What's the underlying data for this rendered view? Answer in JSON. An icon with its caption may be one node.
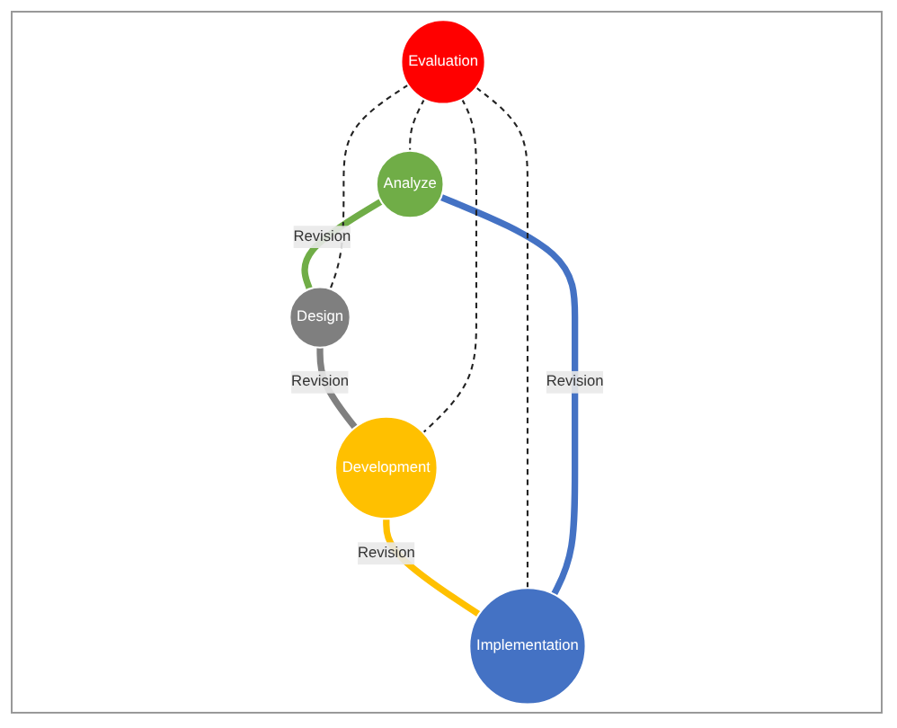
{
  "diagram": {
    "nodes": [
      {
        "text": [
          "Analyze"
        ]
      },
      {
        "text": [
          "Implementation"
        ]
      },
      {
        "text": [
          "Evaluation"
        ]
      },
      {
        "text": [
          "Design"
        ]
      },
      {
        "text": [
          "Development"
        ]
      }
    ],
    "edges": [
      {
        "from": 0,
        "to": 3,
        "arrow": "none",
        "label": "Revision",
        "style": "thick",
        "color": "#70ad47"
      },
      {
        "from": 3,
        "to": 4,
        "arrow": "none",
        "label": "Revision",
        "style": "thick",
        "color": "#808080"
      },
      {
        "from": 4,
        "to": 1,
        "arrow": "none",
        "label": "Revision",
        "style": "thick",
        "color": "#ffc000"
      },
      {
        "from": 1,
        "to": 0,
        "arrow": "none",
        "label": "Revision",
        "style": "thick",
        "color": "#4472c4"
      },
      {
        "from": 2,
        "to": 0,
        "arrow": "none",
        "style": "dashed"
      },
      {
        "from": 2,
        "to": 1,
        "arrow": "none",
        "style": "dashed"
      },
      {
        "from": 2,
        "to": 3,
        "arrow": "none",
        "style": "dashed"
      },
      {
        "from": 2,
        "to": 4,
        "arrow": "none",
        "style": "dashed"
      }
    ]
  }
}
